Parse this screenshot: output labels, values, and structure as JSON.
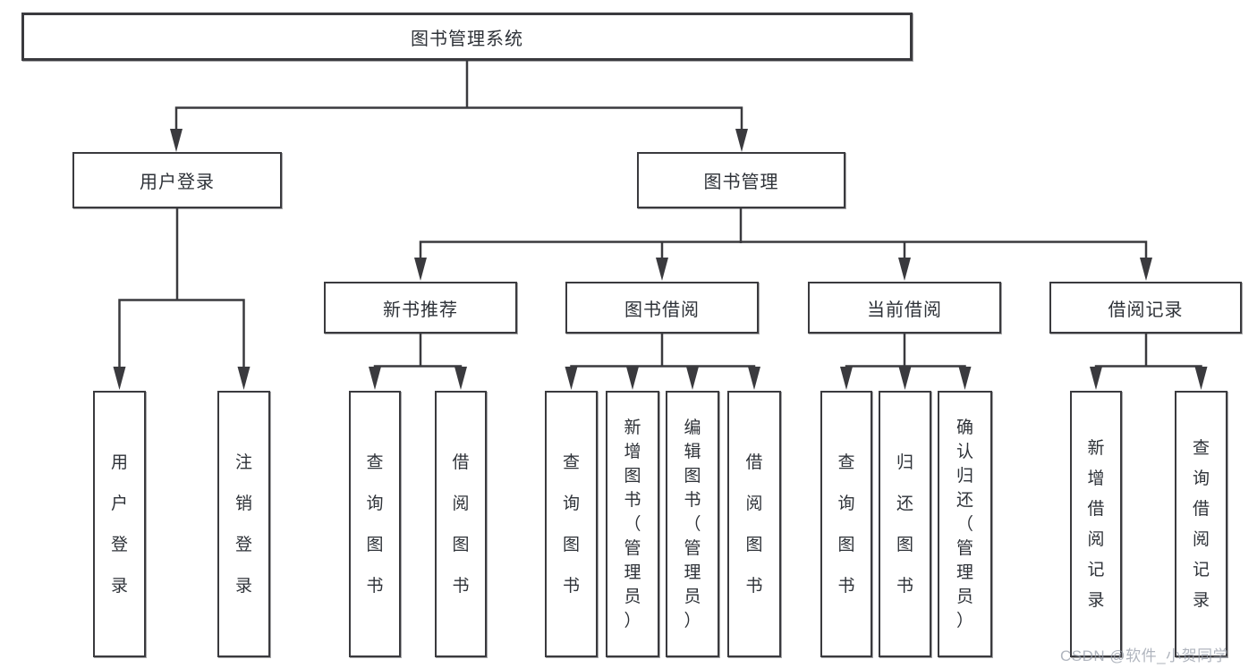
{
  "tree": {
    "label": "图书管理系统",
    "children": [
      {
        "label": "用户登录",
        "children": [
          {
            "label": "用户登录"
          },
          {
            "label": "注销登录"
          }
        ]
      },
      {
        "label": "图书管理",
        "children": [
          {
            "label": "新书推荐",
            "children": [
              {
                "label": "查询图书"
              },
              {
                "label": "借阅图书"
              }
            ]
          },
          {
            "label": "图书借阅",
            "children": [
              {
                "label": "查询图书"
              },
              {
                "label": "新增图书（管理员）"
              },
              {
                "label": "编辑图书（管理员）"
              },
              {
                "label": "借阅图书"
              }
            ]
          },
          {
            "label": "当前借阅",
            "children": [
              {
                "label": "查询图书"
              },
              {
                "label": "归还图书"
              },
              {
                "label": "确认归还（管理员）"
              }
            ]
          },
          {
            "label": "借阅记录",
            "children": [
              {
                "label": "新增借阅记录"
              },
              {
                "label": "查询借阅记录"
              }
            ]
          }
        ]
      }
    ]
  },
  "watermark": {
    "text": "CSDN @软件_小贺同学"
  },
  "colors": {
    "line": "#3a3a3e",
    "box_border": "#3a3a3e",
    "text": "#2e3238",
    "watermark": "#9ca3ae",
    "background": "#ffffff"
  }
}
